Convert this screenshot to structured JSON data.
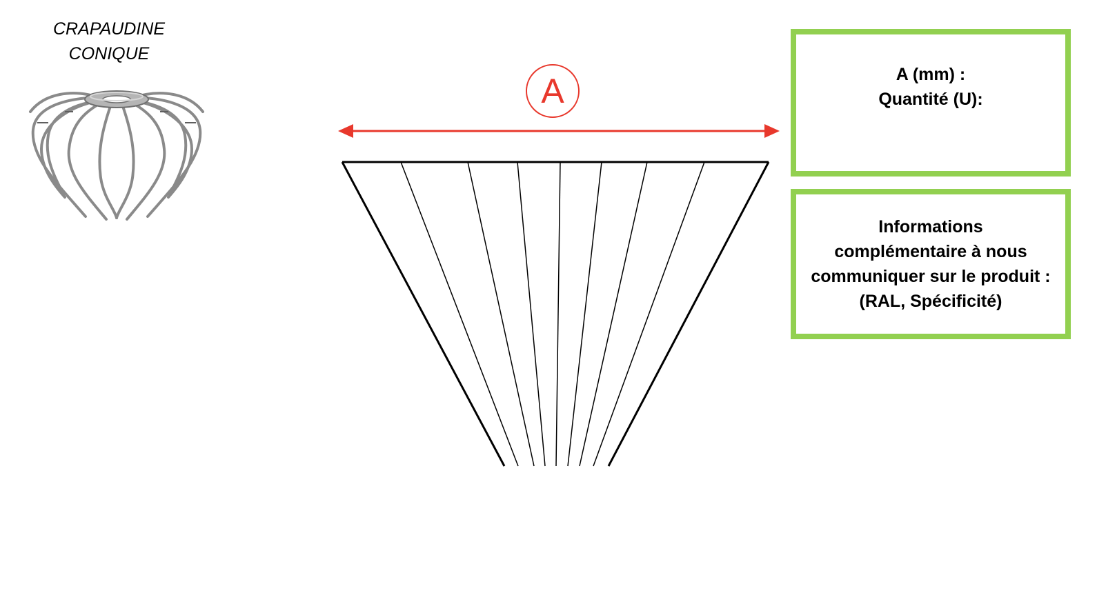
{
  "product": {
    "title_line1": "CRAPAUDINE",
    "title_line2": "CONIQUE"
  },
  "diagram": {
    "dimension_label": "A",
    "arrow_color": "#e8382c"
  },
  "form": {
    "dimension_field": "A (mm) :",
    "quantity_field": "Quantité (U):",
    "info_line1": "Informations",
    "info_line2": "complémentaire à nous",
    "info_line3": "communiquer sur le produit :",
    "info_line4": "(RAL, Spécificité)",
    "border_color": "#92d050"
  }
}
